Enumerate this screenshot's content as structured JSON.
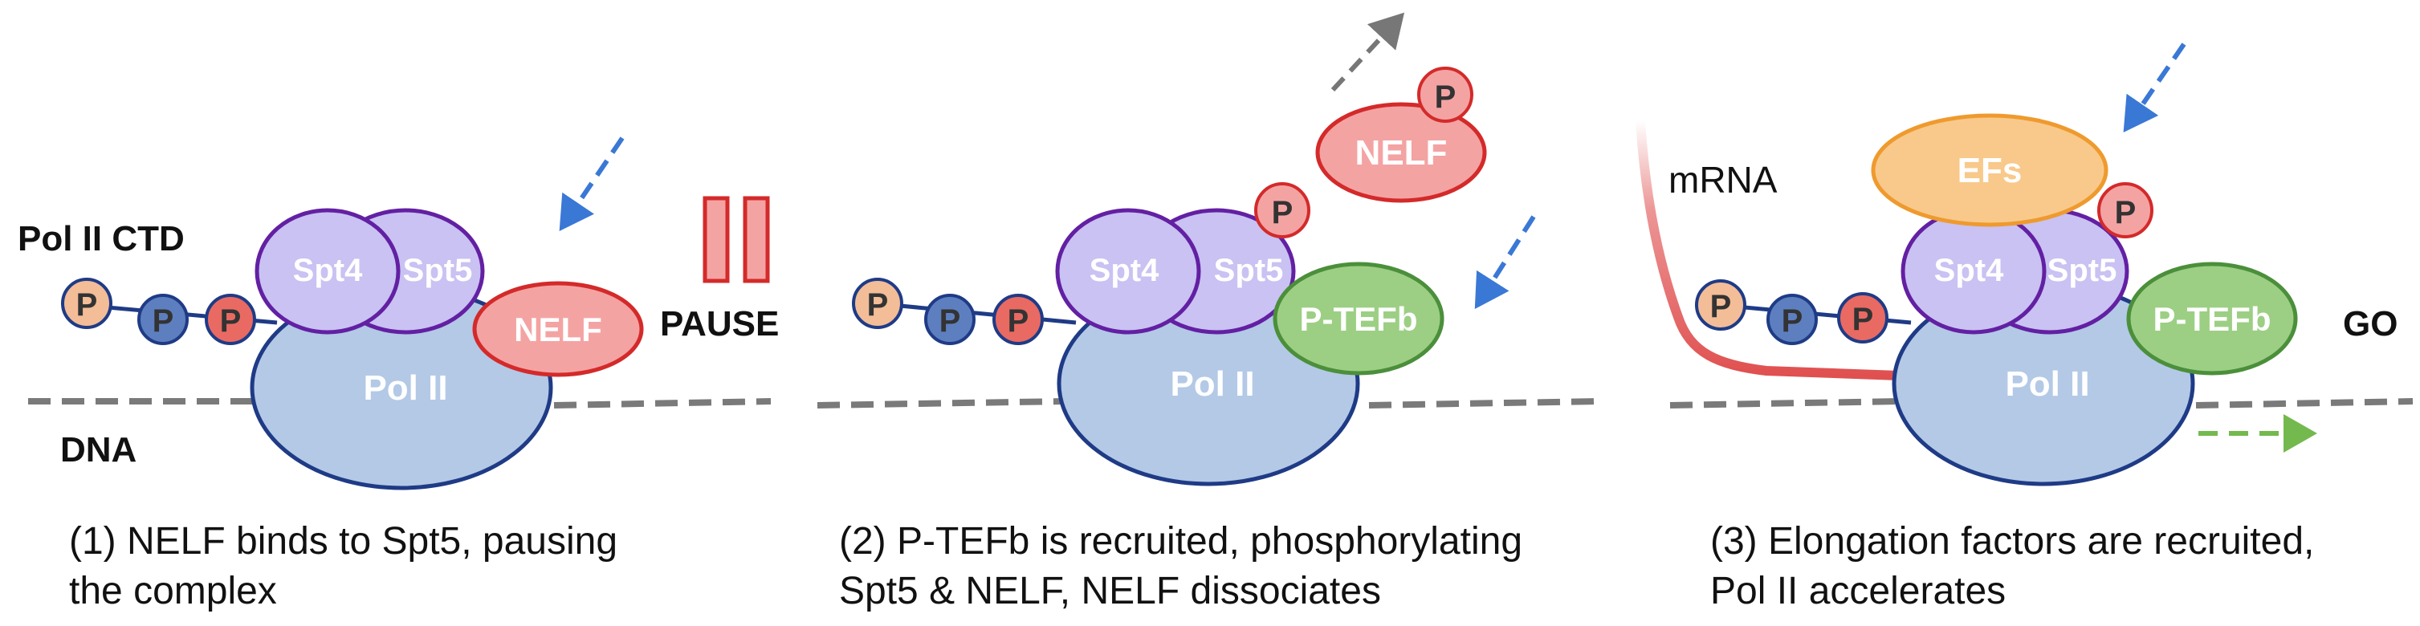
{
  "colors": {
    "polii_fill": "#b3c9e6",
    "polii_stroke": "#1f3b86",
    "spt_fill": "#c9c2f2",
    "spt_stroke": "#6320a3",
    "nelf_fill": "#f4a3a3",
    "nelf_stroke": "#d42a2a",
    "ptefb_fill": "#9ccf84",
    "ptefb_stroke": "#4b8f3b",
    "efs_fill": "#f8c98b",
    "efs_stroke": "#ef9a2e",
    "p_orange": "#f2bd97",
    "p_blue": "#5d7fc0",
    "p_red": "#e96a63",
    "dna": "#7a7a7a",
    "blue_arrow": "#3a78d6",
    "grey_arrow": "#777777",
    "green_arrow": "#74b94e",
    "pause": "#d93a3a"
  },
  "labels": {
    "pol_ii_ctd": "Pol II CTD",
    "dna": "DNA",
    "pol_ii": "Pol II",
    "spt4": "Spt4",
    "spt5": "Spt5",
    "nelf": "NELF",
    "ptefb": "P-TEFb",
    "efs": "EFs",
    "p": "P",
    "pause": "PAUSE",
    "go": "GO",
    "mrna": "mRNA"
  },
  "captions": {
    "step1_line1": "(1) NELF binds to Spt5, pausing",
    "step1_line2": "the complex",
    "step2_line1": "(2) P-TEFb is recruited, phosphorylating",
    "step2_line2": "Spt5 & NELF, NELF dissociates",
    "step3_line1": "(3) Elongation factors are recruited,",
    "step3_line2": "Pol II accelerates"
  }
}
